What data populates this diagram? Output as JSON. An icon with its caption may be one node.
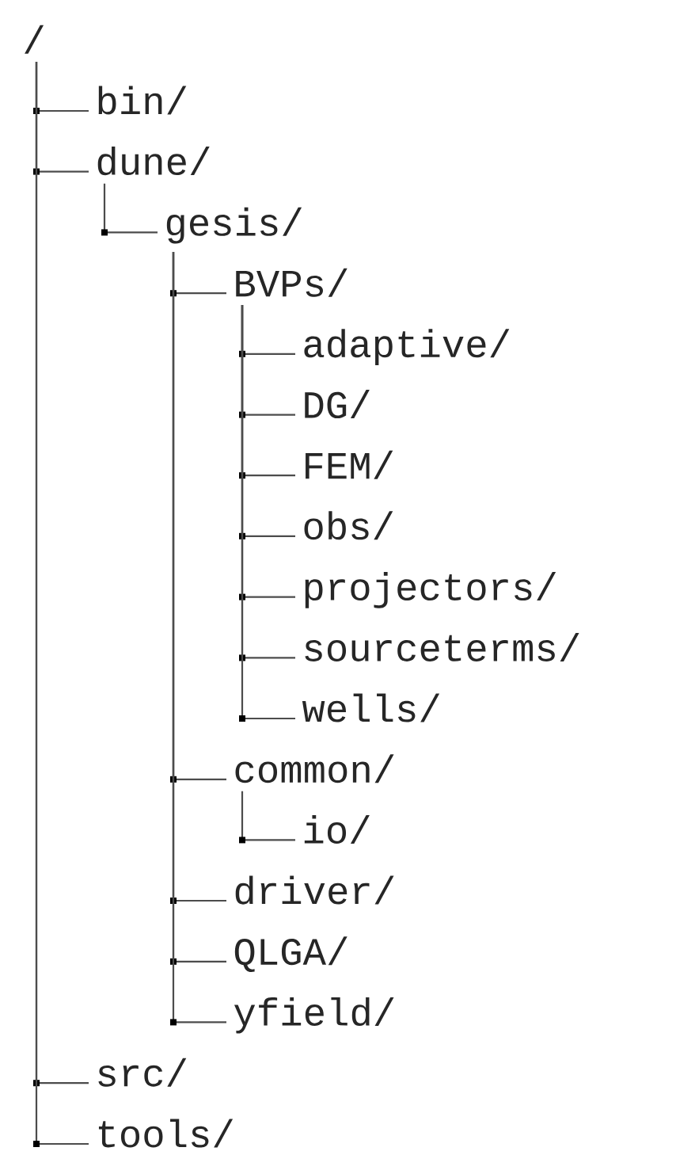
{
  "diagram": {
    "nodes": [
      {
        "text": [
          "/"
        ]
      },
      {
        "text": [
          "bin/"
        ]
      },
      {
        "text": [
          "dune/"
        ]
      },
      {
        "text": [
          "gesis/"
        ]
      },
      {
        "text": [
          "BVPs/"
        ]
      },
      {
        "text": [
          "adaptive/"
        ]
      },
      {
        "text": [
          "DG/"
        ]
      },
      {
        "text": [
          "FEM/"
        ]
      },
      {
        "text": [
          "obs/"
        ]
      },
      {
        "text": [
          "projectors/"
        ]
      },
      {
        "text": [
          "sourceterms/"
        ]
      },
      {
        "text": [
          "wells/"
        ]
      },
      {
        "text": [
          "common/"
        ]
      },
      {
        "text": [
          "io/"
        ]
      },
      {
        "text": [
          "driver/"
        ]
      },
      {
        "text": [
          "QLGA/"
        ]
      },
      {
        "text": [
          "yfield/"
        ]
      },
      {
        "text": [
          "src/"
        ]
      },
      {
        "text": [
          "tools/"
        ]
      }
    ],
    "edges": [
      {
        "from": 0,
        "to": 1,
        "arrow": "none"
      },
      {
        "from": 0,
        "to": 2,
        "arrow": "none"
      },
      {
        "from": 2,
        "to": 3,
        "arrow": "none"
      },
      {
        "from": 3,
        "to": 4,
        "arrow": "none"
      },
      {
        "from": 4,
        "to": 5,
        "arrow": "none"
      },
      {
        "from": 4,
        "to": 6,
        "arrow": "none"
      },
      {
        "from": 4,
        "to": 7,
        "arrow": "none"
      },
      {
        "from": 4,
        "to": 8,
        "arrow": "none"
      },
      {
        "from": 4,
        "to": 9,
        "arrow": "none"
      },
      {
        "from": 4,
        "to": 10,
        "arrow": "none"
      },
      {
        "from": 4,
        "to": 11,
        "arrow": "none"
      },
      {
        "from": 3,
        "to": 12,
        "arrow": "none"
      },
      {
        "from": 12,
        "to": 13,
        "arrow": "none"
      },
      {
        "from": 3,
        "to": 14,
        "arrow": "none"
      },
      {
        "from": 3,
        "to": 15,
        "arrow": "none"
      },
      {
        "from": 3,
        "to": 16,
        "arrow": "none"
      },
      {
        "from": 0,
        "to": 17,
        "arrow": "none"
      },
      {
        "from": 0,
        "to": 18,
        "arrow": "none"
      }
    ]
  }
}
